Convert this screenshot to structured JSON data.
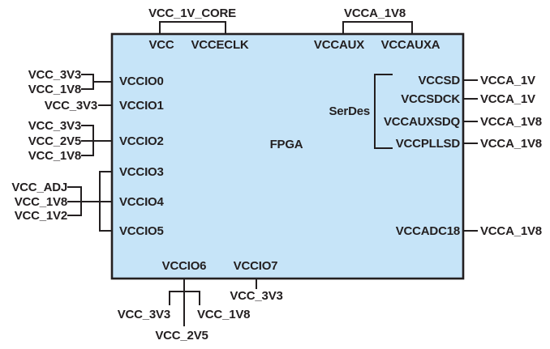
{
  "colors": {
    "chip_fill": "#c6e4f8",
    "line": "#231f20",
    "text": "#231f20",
    "background": "#ffffff"
  },
  "chip": {
    "label": "FPGA"
  },
  "top": {
    "core": {
      "supply": "VCC_1V_CORE",
      "pins": [
        "VCC",
        "VCCECLK"
      ]
    },
    "aux": {
      "supply": "VCCA_1V8",
      "pins": [
        "VCCAUX",
        "VCCAUXA"
      ]
    }
  },
  "left": {
    "io0": {
      "pin": "VCCIO0",
      "supplies": [
        "VCC_3V3",
        "VCC_1V8"
      ]
    },
    "io1": {
      "pin": "VCCIO1",
      "supplies": [
        "VCC_3V3"
      ]
    },
    "io2": {
      "pin": "VCCIO2",
      "supplies": [
        "VCC_3V3",
        "VCC_2V5",
        "VCC_1V8"
      ]
    },
    "io345": {
      "pins": [
        "VCCIO3",
        "VCCIO4",
        "VCCIO5"
      ],
      "supplies": [
        "VCC_ADJ",
        "VCC_1V8",
        "VCC_1V2"
      ]
    }
  },
  "right": {
    "serdes": {
      "group_label": "SerDes",
      "pins": [
        {
          "pin": "VCCSD",
          "supply": "VCCA_1V"
        },
        {
          "pin": "VCCSDCK",
          "supply": "VCCA_1V"
        },
        {
          "pin": "VCCAUXSDQ",
          "supply": "VCCA_1V8"
        },
        {
          "pin": "VCCPLLSD",
          "supply": "VCCA_1V8"
        }
      ]
    },
    "adc": {
      "pin": "VCCADC18",
      "supply": "VCCA_1V8"
    }
  },
  "bottom": {
    "io6": {
      "pin": "VCCIO6",
      "supplies": [
        "VCC_3V3",
        "VCC_1V8",
        "VCC_2V5"
      ]
    },
    "io7": {
      "pin": "VCCIO7",
      "supplies": [
        "VCC_3V3"
      ]
    }
  }
}
